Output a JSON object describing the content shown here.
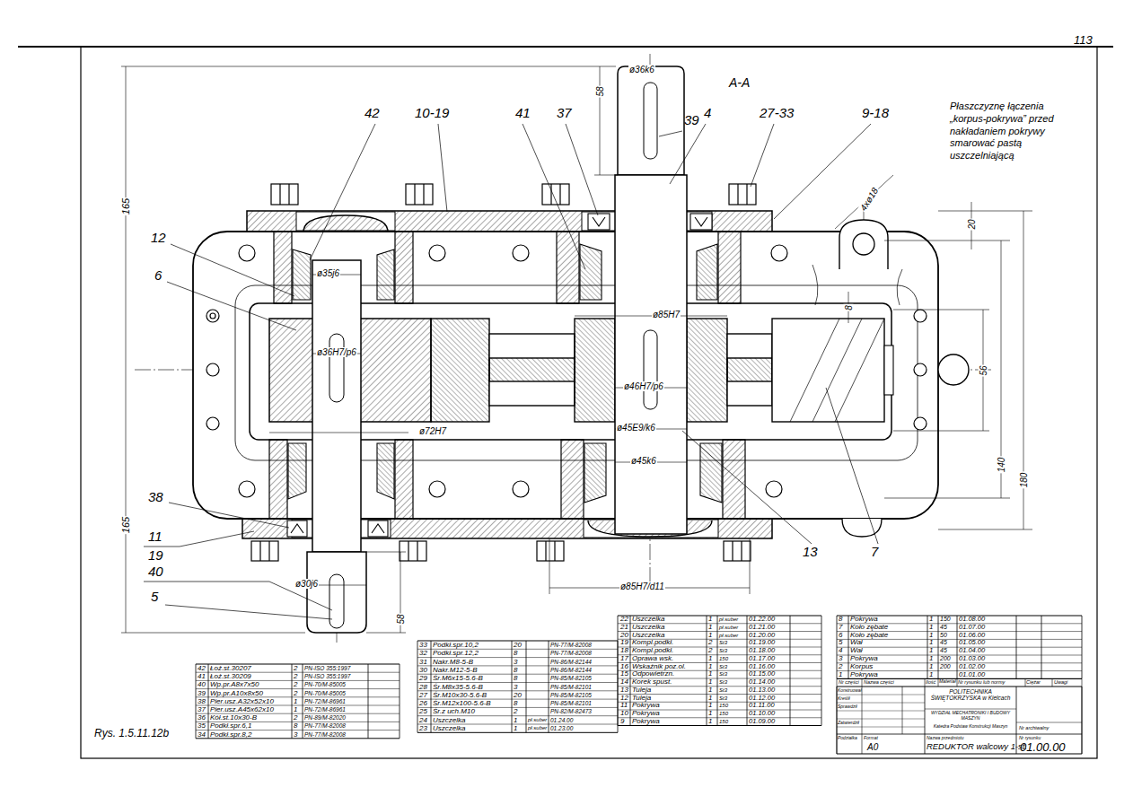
{
  "diagram": {
    "labels": [
      "113",
      "A-A",
      "ø36k6",
      "58",
      "39",
      "4",
      "27-33",
      "9-18",
      "42",
      "10-19",
      "41",
      "37",
      "Płaszczyznę łączenia „korpus-pokrywa” przed nakładaniem pokrywy smarować pastą uszczelniającą",
      "4xø18",
      "20",
      "8",
      "165",
      "165",
      "12",
      "6",
      "ø35j6",
      "ø85H7",
      "ø36H7/p6",
      "ø46H7/p6",
      "56",
      "140",
      "180",
      "ø72H7",
      "ø45E9/k6",
      "ø45k6",
      "38",
      "11",
      "19",
      "13",
      "7",
      "40",
      "ø30j6",
      "5",
      "58",
      "ø85H7/d11",
      "Rys. 1.5.11.12b",
      "42",
      "Łoż.st.30207",
      "2",
      "PN-ISO 355:1997",
      "41",
      "Łoż.st.30209",
      "2",
      "PN-ISO 355:1997",
      "40",
      "Wp.pr.A8x7x50",
      "2",
      "PN-70/M-85005",
      "39",
      "Wp.pr.A10x8x50",
      "2",
      "PN-70/M-85005",
      "38",
      "Pier.usz.A32x52x10",
      "1",
      "PN-72/M-86961",
      "37",
      "Pier.usz.A45x62x10",
      "1",
      "PN-72/M-86961",
      "36",
      "Kół.st.10x30-B",
      "2",
      "PN-89/M-82020",
      "35",
      "Podkł.spr.6,1",
      "8",
      "PN-77/M-82008",
      "34",
      "Podkł.spr.8,2",
      "3",
      "PN-77/M-82008",
      "33",
      "Podkł.spr.10,2",
      "20",
      "PN-77/M-82008",
      "32",
      "Podkł.spr.12,2",
      "8",
      "PN-77/M-82008",
      "31",
      "Nakr.M8-5-B",
      "3",
      "PN-86/M-82144",
      "30",
      "Nakr.M12-5-B",
      "8",
      "PN-86/M-82144",
      "29",
      "Śr.M6x15-5.6-B",
      "8",
      "PN-85/M-82105",
      "28",
      "Śr.M8x35-5.6-B",
      "3",
      "PN-85/M-82101",
      "27",
      "Śr.M10x30-5.6-B",
      "20",
      "PN-85/M-82105",
      "26",
      "Śr.M12x100-5.6-B",
      "8",
      "PN-85/M-82101",
      "25",
      "Śr.z uch.M10",
      "2",
      "PN-82/M-82473",
      "24",
      "Uszczelka",
      "1",
      "pł.suber",
      "01.24.00",
      "23",
      "Uszczelka",
      "1",
      "pł.suber",
      "01.23.00",
      "22",
      "Uszczelka",
      "1",
      "pł.suber",
      "01.22.00",
      "21",
      "Uszczelka",
      "1",
      "pł.suber",
      "01.21.00",
      "20",
      "Uszczelka",
      "1",
      "pł.suber",
      "01.20.00",
      "19",
      "Kompl.podkł.",
      "2",
      "St3",
      "01.19.00",
      "18",
      "Kompl.podkł.",
      "2",
      "St3",
      "01.18.00",
      "17",
      "Oprawa wsk.",
      "1",
      "150",
      "01.17.00",
      "16",
      "Wskaźnik poz.ol.",
      "1",
      "St3",
      "01.16.00",
      "15",
      "Odpowietrzn.",
      "1",
      "St3",
      "01.15.00",
      "14",
      "Korek spust.",
      "1",
      "St3",
      "01.14.00",
      "13",
      "Tuleja",
      "1",
      "St3",
      "01.13.00",
      "12",
      "Tuleja",
      "1",
      "St3",
      "01.12.00",
      "11",
      "Pokrywa",
      "1",
      "150",
      "01.11.00",
      "10",
      "Pokrywa",
      "1",
      "150",
      "01.10.00",
      "9",
      "Pokrywa",
      "1",
      "150",
      "01.09.00",
      "8",
      "Pokrywa",
      "1",
      "150",
      "01.08.00",
      "7",
      "Koło zębate",
      "1",
      "45",
      "01.07.00",
      "6",
      "Koło zębate",
      "1",
      "50",
      "01.06.00",
      "5",
      "Wał",
      "1",
      "45",
      "01.05.00",
      "4",
      "Wał",
      "1",
      "45",
      "01.04.00",
      "3",
      "Pokrywa",
      "1",
      "200",
      "01.03.00",
      "2",
      "Korpus",
      "1",
      "200",
      "01.02.00",
      "1",
      "Pokrywa",
      "1",
      "01.01.00",
      "Nr części",
      "Nazwa części",
      "Ilość",
      "Materiał",
      "Nr rysunku lub normy",
      "Ciężar",
      "Uwagi",
      "Konstruował",
      "Kreślił",
      "Sprawdził",
      "Zatwierdził",
      "Podziałka",
      "POLITECHNIKA ŚWIĘTOKRZYSKA w Kielcach",
      "WYDZIAŁ MECHATRONIKI I BUDOWY MASZYN",
      "Katedra Podstaw Konstrukcji Maszyn",
      "Nr archiwalny",
      "Format",
      "A0",
      "Nazwa przedmiotu",
      "REDUKTOR walcowy 1-st.",
      "Nr rysunku",
      "01.00.00"
    ]
  }
}
